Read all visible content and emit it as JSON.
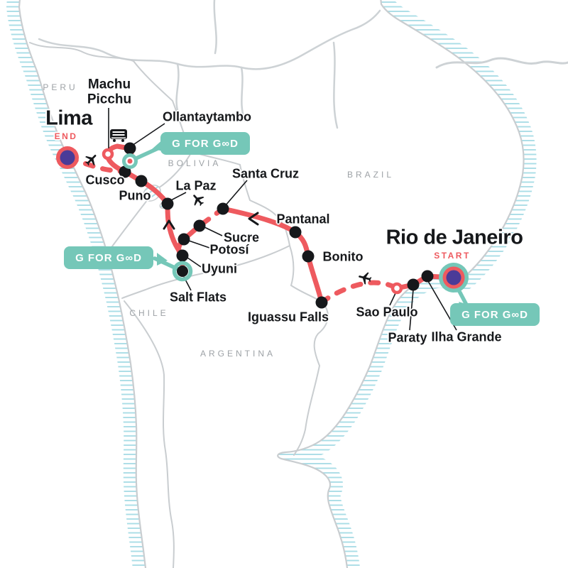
{
  "title": "Rio de Janeiro to Lima tour route map",
  "colors": {
    "route": "#ee5a5f",
    "accent_teal": "#75c7b8",
    "marker_purple": "#4a3b98",
    "water_hatch": "#a9dde6",
    "border_gray": "#c9cdd0",
    "country_label_gray": "#9da2a6",
    "label_black": "#16181b"
  },
  "countries": [
    {
      "label": "PERU"
    },
    {
      "label": "BOLIVIA"
    },
    {
      "label": "BRAZIL"
    },
    {
      "label": "CHILE"
    },
    {
      "label": "ARGENTINA"
    }
  ],
  "terminals": {
    "start": {
      "city": "Rio de Janeiro",
      "tag": "START"
    },
    "end": {
      "city": "Lima",
      "tag": "END"
    }
  },
  "stops": [
    {
      "label": "Machu Picchu"
    },
    {
      "label": "Ollantaytambo"
    },
    {
      "label": "Cusco"
    },
    {
      "label": "Puno"
    },
    {
      "label": "La Paz"
    },
    {
      "label": "Santa Cruz"
    },
    {
      "label": "Sucre"
    },
    {
      "label": "Potosí"
    },
    {
      "label": "Uyuni"
    },
    {
      "label": "Salt Flats"
    },
    {
      "label": "Pantanal"
    },
    {
      "label": "Bonito"
    },
    {
      "label": "Iguassu Falls"
    },
    {
      "label": "Sao Paulo"
    },
    {
      "label": "Paraty"
    },
    {
      "label": "Ilha Grande"
    }
  ],
  "badges": {
    "g_for_good": {
      "text": "G FOR GOOD",
      "display": "G FOR G∞D"
    }
  },
  "icons": {
    "plane": "plane-icon",
    "train": "train-icon",
    "direction_arrow": "chevron-arrow",
    "start_marker": "start-marker",
    "end_marker": "end-marker"
  }
}
